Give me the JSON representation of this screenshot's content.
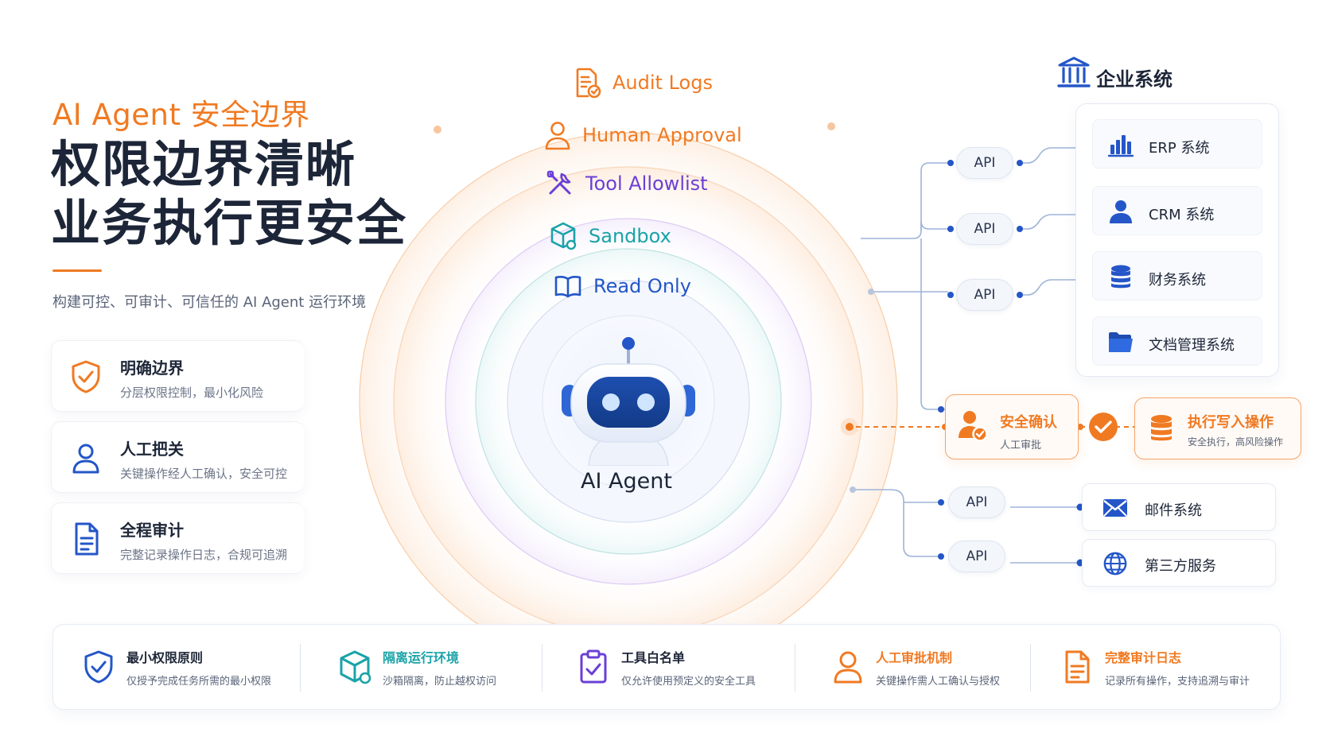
{
  "intro": {
    "eyebrow": "AI Agent 安全边界",
    "headline_line1": "权限边界清晰",
    "headline_line2": "业务执行更安全",
    "subtitle": "构建可控、可审计、可信任的 AI Agent 运行环境"
  },
  "features": [
    {
      "title": "明确边界",
      "desc": "分层权限控制，最小化风险",
      "icon": "shield-check-icon"
    },
    {
      "title": "人工把关",
      "desc": "关键操作经人工确认，安全可控",
      "icon": "person-icon"
    },
    {
      "title": "全程审计",
      "desc": "完整记录操作日志，合规可追溯",
      "icon": "document-icon"
    }
  ],
  "rings": [
    {
      "label": "Audit Logs",
      "color": "#f07a22",
      "icon": "audit-log-icon"
    },
    {
      "label": "Human Approval",
      "color": "#f07a22",
      "icon": "person-icon"
    },
    {
      "label": "Tool Allowlist",
      "color": "#6a3fd6",
      "icon": "tools-icon"
    },
    {
      "label": "Sandbox",
      "color": "#1aa3a8",
      "icon": "cube-icon"
    },
    {
      "label": "Read Only",
      "color": "#2456c8",
      "icon": "book-icon"
    }
  ],
  "agent": {
    "name": "AI Agent"
  },
  "enterprise": {
    "title": "企业系统",
    "systems": [
      {
        "label": "ERP 系统",
        "icon": "bar-chart-icon"
      },
      {
        "label": "CRM 系统",
        "icon": "user-icon"
      },
      {
        "label": "财务系统",
        "icon": "database-icon"
      },
      {
        "label": "文档管理系统",
        "icon": "folder-icon"
      }
    ]
  },
  "api_label": "API",
  "approval": {
    "title": "安全确认",
    "desc": "人工审批"
  },
  "write_op": {
    "title": "执行写入操作",
    "desc": "安全执行，高风险操作"
  },
  "services": [
    {
      "label": "邮件系统",
      "icon": "mail-icon"
    },
    {
      "label": "第三方服务",
      "icon": "globe-icon"
    }
  ],
  "principles": [
    {
      "title": "最小权限原则",
      "desc": "仅授予完成任务所需的最小权限",
      "color": "#1d2638",
      "icon": "shield-icon"
    },
    {
      "title": "隔离运行环境",
      "desc": "沙箱隔离，防止越权访问",
      "color": "#1aa3a8",
      "icon": "cube-icon"
    },
    {
      "title": "工具白名单",
      "desc": "仅允许使用预定义的安全工具",
      "color": "#1d2638",
      "icon": "clipboard-check-icon"
    },
    {
      "title": "人工审批机制",
      "desc": "关键操作需人工确认与授权",
      "color": "#f07a22",
      "icon": "person-icon"
    },
    {
      "title": "完整审计日志",
      "desc": "记录所有操作，支持追溯与审计",
      "color": "#f07a22",
      "icon": "document-icon"
    }
  ],
  "colors": {
    "orange": "#f07a22",
    "blue": "#2456c8",
    "purple": "#6a3fd6",
    "teal": "#1aa3a8",
    "navy": "#1d2638"
  }
}
